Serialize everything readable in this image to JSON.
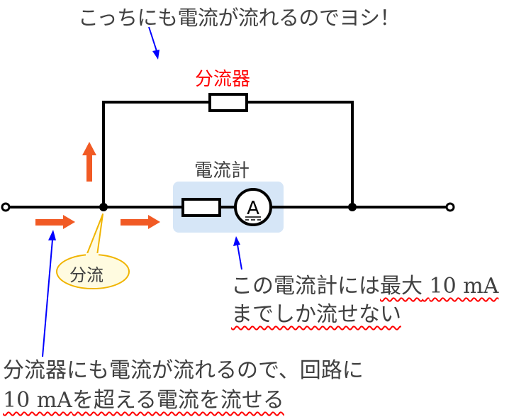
{
  "annotations": {
    "top_note": "こっちにも電流が流れるのでヨシ！",
    "shunt_label": "分流器",
    "ammeter_label": "電流計",
    "branch_bubble": "分流",
    "ammeter_note_line1_prefix": "この電流計には",
    "ammeter_note_line1_underlined": "最大",
    "ammeter_note_value": "10 mA",
    "ammeter_note_line2": "までしか流せない",
    "bottom_note_line1": "分流器にも電流が流れるので、回路に",
    "bottom_note_value": "10 mA",
    "bottom_note_line2_rest": "を超える電流を流せる"
  },
  "symbols": {
    "ammeter_glyph": "A",
    "ammeter_icon": "ammeter-icon",
    "resistor_icon": "resistor-icon"
  },
  "colors": {
    "wire": "#000000",
    "current_arrow": "#f15a24",
    "pointer_arrow": "#0000ff",
    "shunt_label": "#ff0000",
    "ammeter_box": "#d6e6f7",
    "bubble_fill": "#fffbe0",
    "bubble_stroke": "#f0b400",
    "wavy_underline": "#ff0000",
    "text": "#404040"
  }
}
